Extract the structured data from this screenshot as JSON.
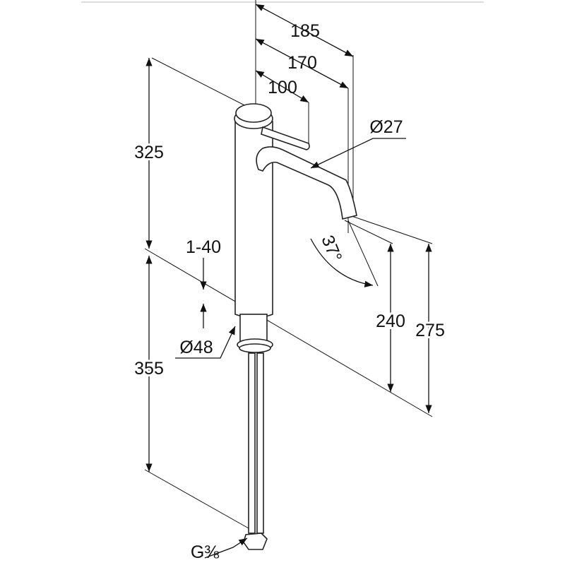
{
  "drawing": {
    "title": "Basin mixer dimension drawing",
    "dimensions": {
      "d185": "185",
      "d170": "170",
      "d100": "100",
      "d325": "325",
      "d355": "355",
      "d240": "240",
      "d275": "275",
      "d1_40": "1-40",
      "dia27": "Ø27",
      "dia48": "Ø48",
      "angle": "37°",
      "thread": "G⅜"
    },
    "line_color": "#111111"
  }
}
